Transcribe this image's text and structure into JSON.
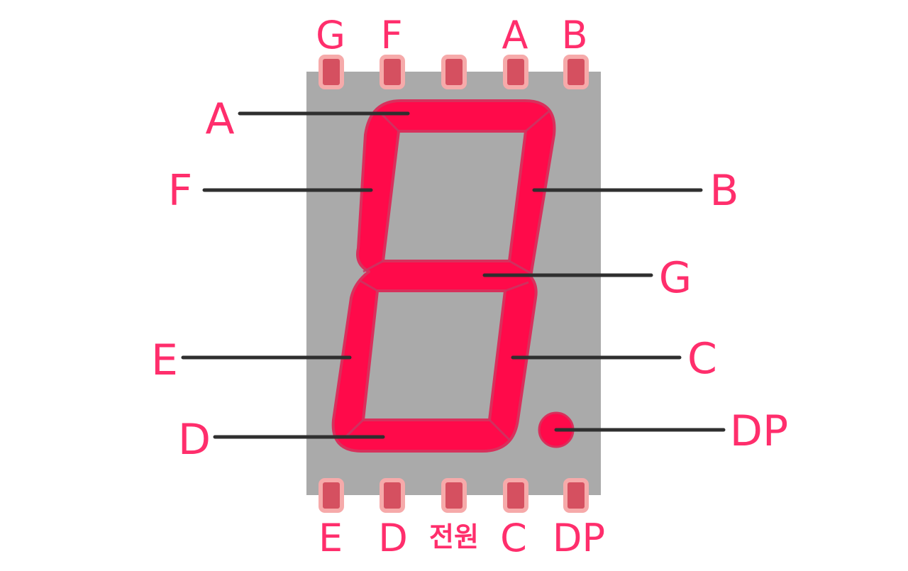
{
  "colors": {
    "background": "#ffffff",
    "body": "#aaaaaa",
    "segment": "#ff0a4a",
    "segment_edge": "#d8305c",
    "label": "#ff2e6c",
    "leader_line": "#2f2f2f",
    "pin_fill": "#d55060",
    "pin_edge": "#f6aaaa"
  },
  "top_pins": {
    "labels": [
      "G",
      "F",
      "",
      "A",
      "B"
    ]
  },
  "bottom_pins": {
    "labels": [
      "E",
      "D",
      "전원",
      "C",
      "DP"
    ]
  },
  "segments": {
    "a": "A",
    "b": "B",
    "c": "C",
    "d": "D",
    "e": "E",
    "f": "F",
    "g": "G",
    "dp": "DP"
  }
}
